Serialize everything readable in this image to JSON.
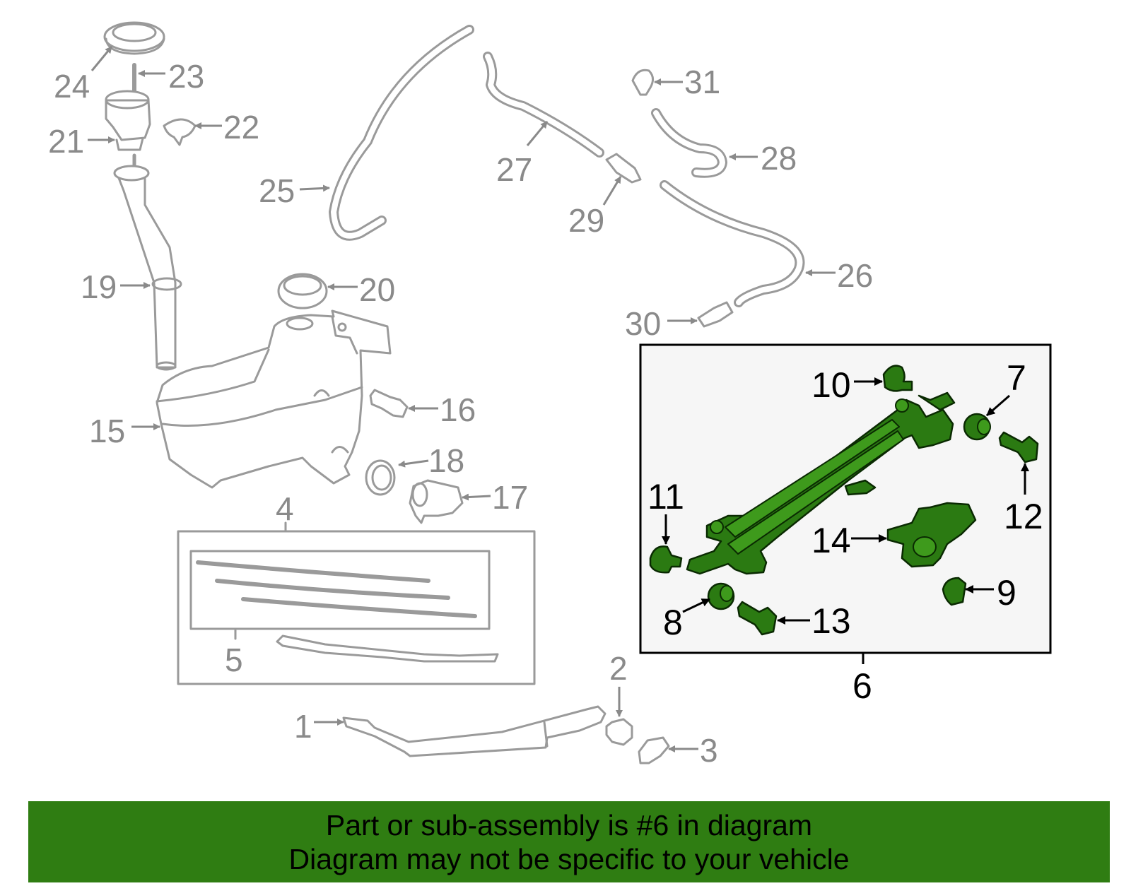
{
  "diagram": {
    "labels": {
      "l1": "1",
      "l2": "2",
      "l3": "3",
      "l4": "4",
      "l5": "5",
      "l6": "6",
      "l7": "7",
      "l8": "8",
      "l9": "9",
      "l10": "10",
      "l11": "11",
      "l12": "12",
      "l13": "13",
      "l14": "14",
      "l15": "15",
      "l16": "16",
      "l17": "17",
      "l18": "18",
      "l19": "19",
      "l20": "20",
      "l21": "21",
      "l22": "22",
      "l23": "23",
      "l24": "24",
      "l25": "25",
      "l26": "26",
      "l27": "27",
      "l28": "28",
      "l29": "29",
      "l30": "30",
      "l31": "31"
    },
    "highlight_color": "#2f7d12"
  },
  "banner": {
    "line1": "Part or sub-assembly is #6 in diagram",
    "line2": "Diagram may not be specific to your vehicle"
  }
}
